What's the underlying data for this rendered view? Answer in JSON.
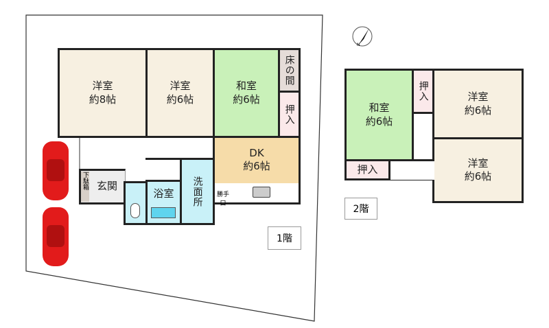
{
  "floor1": {
    "label": "1階",
    "rooms": {
      "western8": {
        "name": "洋室",
        "size": "約8帖"
      },
      "western6": {
        "name": "洋室",
        "size": "約6帖"
      },
      "japanese6": {
        "name": "和室",
        "size": "約6帖"
      },
      "tokonoma": {
        "name": "床の間"
      },
      "closet": {
        "name": "押入"
      },
      "dk": {
        "name": "DK",
        "size": "約6帖"
      },
      "entrance": {
        "name": "玄関"
      },
      "shoe_box": {
        "name": "下駄箱"
      },
      "bath": {
        "name": "浴室"
      },
      "washroom": {
        "name": "洗面所"
      },
      "back_door": {
        "name": "勝手口"
      }
    }
  },
  "floor2": {
    "label": "2階",
    "rooms": {
      "japanese6": {
        "name": "和室",
        "size": "約6帖"
      },
      "closet_top": {
        "name": "押入"
      },
      "western6_a": {
        "name": "洋室",
        "size": "約6帖"
      },
      "western6_b": {
        "name": "洋室",
        "size": "約6帖"
      },
      "closet_bottom": {
        "name": "押入"
      }
    }
  },
  "compass": {
    "label": "N"
  },
  "colors": {
    "western": "#f7f0e1",
    "japanese": "#c9f1b9",
    "closet": "#fbe9ea",
    "dk": "#f6dca9",
    "wet": "#c9f1f8",
    "car": "#e21b1b"
  }
}
